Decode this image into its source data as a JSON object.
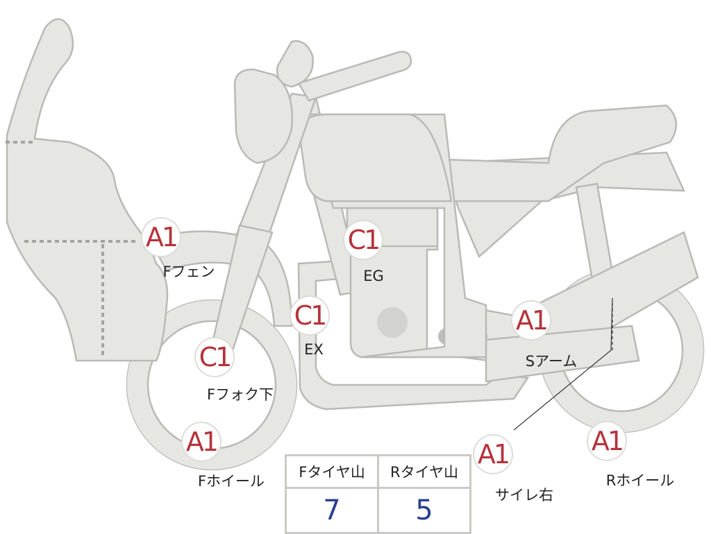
{
  "markers": [
    {
      "id": "f-fender",
      "grade": "A1",
      "label": "Fフェン"
    },
    {
      "id": "engine",
      "grade": "C1",
      "label": "EG"
    },
    {
      "id": "exhaust",
      "grade": "C1",
      "label": "EX"
    },
    {
      "id": "f-fork-lower",
      "grade": "C1",
      "label": "Fフォク下"
    },
    {
      "id": "swing-arm",
      "grade": "A1",
      "label": "Sアーム"
    },
    {
      "id": "f-wheel",
      "grade": "A1",
      "label": "Fホイール"
    },
    {
      "id": "silencer-right",
      "grade": "A1",
      "label": "サイレ右"
    },
    {
      "id": "r-wheel",
      "grade": "A1",
      "label": "Rホイール"
    }
  ],
  "tread_table": {
    "headers": [
      "Fタイヤ山",
      "Rタイヤ山"
    ],
    "values": [
      "7",
      "5"
    ]
  },
  "colors": {
    "part_fill": "#e6e6e3",
    "part_outline": "#b9b9b5",
    "grade_text": "#b5333a",
    "tread_value_text": "#2a3f8f"
  }
}
